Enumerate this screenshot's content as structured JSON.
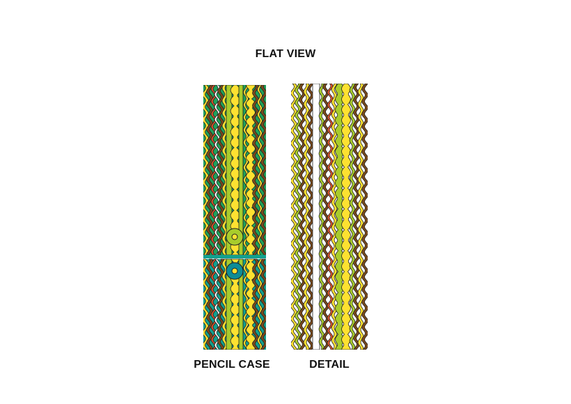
{
  "title": "FLAT VIEW",
  "panels": [
    {
      "label": "PENCIL CASE"
    },
    {
      "label": "DETAIL"
    }
  ],
  "palette": {
    "green": "#1fa25a",
    "teal": "#12a08e",
    "lime": "#a8cc2c",
    "yellow": "#fde131",
    "brown": "#7a4a1c",
    "red": "#e2542c",
    "white": "#ffffff",
    "outline": "#222222",
    "button_teal": "#0e8c96"
  }
}
